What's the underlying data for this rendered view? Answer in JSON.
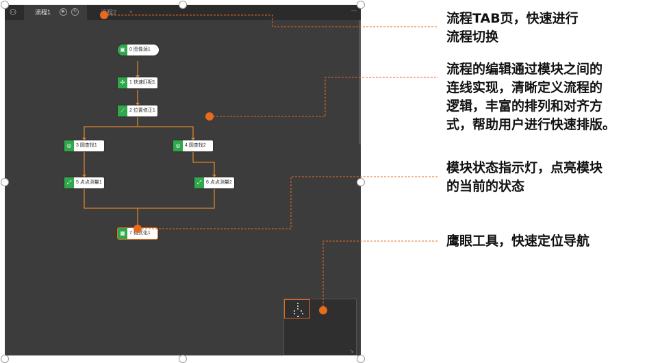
{
  "tabs": [
    {
      "label": "流程1",
      "active": true
    },
    {
      "label": "流程2",
      "active": false
    }
  ],
  "tab_close_glyph": "×",
  "nodes": [
    {
      "id": "n0",
      "label": "0 图像源1",
      "icon": "camera-icon"
    },
    {
      "id": "n1",
      "label": "1 快速匹配1",
      "icon": "match-icon"
    },
    {
      "id": "n2",
      "label": "2 位置修正1",
      "icon": "position-fix-icon"
    },
    {
      "id": "n3",
      "label": "3 圆查找1",
      "icon": "circle-find-icon"
    },
    {
      "id": "n4",
      "label": "4 圆查找2",
      "icon": "circle-find-icon"
    },
    {
      "id": "n5",
      "label": "5 点点测量1",
      "icon": "measure-icon"
    },
    {
      "id": "n6",
      "label": "6 点点测量2",
      "icon": "measure-icon"
    },
    {
      "id": "n7",
      "label": "7 格式化1",
      "icon": "format-icon"
    }
  ],
  "annotations": [
    {
      "lines": [
        "流程TAB页，快速进行",
        "流程切换"
      ]
    },
    {
      "lines": [
        "流程的编辑通过模块之间的",
        "连线实现，清晰定义流程的",
        "逻辑，丰富的排列和对齐方",
        "式，帮助用户进行快速排版。"
      ]
    },
    {
      "lines": [
        "模块状态指示灯，点亮模块",
        "的当前的状态"
      ]
    },
    {
      "lines": [
        "鹰眼工具，快速定位导航"
      ]
    }
  ],
  "colors": {
    "canvas_bg": "#3c3c3c",
    "node_status": "#2ea84a",
    "link": "#d9822b",
    "callout": "#e86a1c"
  }
}
